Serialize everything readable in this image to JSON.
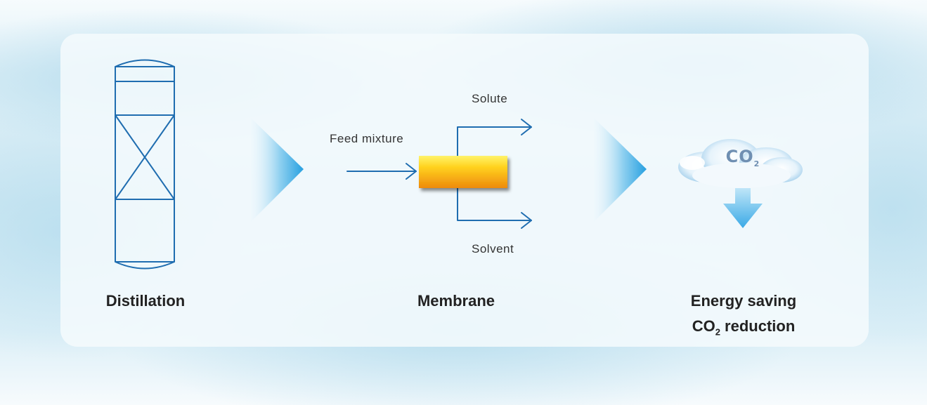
{
  "diagram": {
    "stages": [
      {
        "label": "Distillation"
      },
      {
        "label": "Membrane"
      },
      {
        "label_line1": "Energy saving",
        "label_line2_main": "CO",
        "label_line2_sub": "2",
        "label_line2_rest": " reduction"
      }
    ],
    "membrane": {
      "feed_label": "Feed mixture",
      "solute_label": "Solute",
      "solvent_label": "Solvent"
    },
    "cloud": {
      "text_main": "CO",
      "text_sub": "2"
    },
    "colors": {
      "line_blue": "#1f6db0",
      "arrow_blue": "#3aa8e2",
      "membrane_top": "#ffe23a",
      "membrane_bottom": "#f09a10",
      "co2_arrow": "#4fb6ea"
    }
  }
}
